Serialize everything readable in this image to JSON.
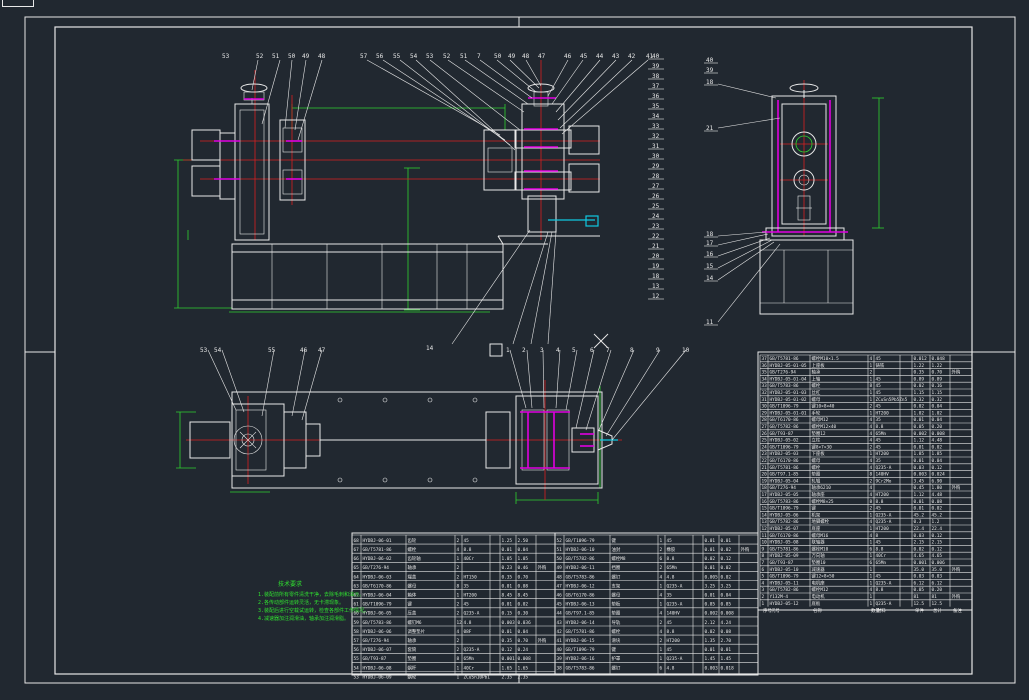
{
  "balloons_left_top": [
    "53",
    "52",
    "51",
    "50",
    "49",
    "48"
  ],
  "balloons_mid_top": [
    "57",
    "56",
    "55",
    "54",
    "53",
    "52",
    "51",
    "7",
    "50",
    "49",
    "48",
    "47",
    "46",
    "45",
    "44",
    "43",
    "42",
    "41"
  ],
  "balloons_right_side": [
    "40",
    "39",
    "38",
    "37",
    "36",
    "35",
    "34",
    "33",
    "32",
    "31",
    "30",
    "29",
    "28",
    "27",
    "26",
    "25",
    "24",
    "23",
    "22",
    "21",
    "20",
    "19",
    "18",
    "13",
    "12"
  ],
  "balloons_side_view_left": [
    "40",
    "39",
    "18",
    "21",
    "18",
    "17",
    "16",
    "15",
    "14",
    "11"
  ],
  "balloons_plan_top_left": [
    "53",
    "54",
    "55",
    "46",
    "47"
  ],
  "balloons_plan_top_right": [
    "1",
    "2",
    "3",
    "4",
    "5",
    "6",
    "7",
    "8",
    "9",
    "10"
  ],
  "center_marker": "14",
  "tech_req_title": "技术要求",
  "tech_req_lines": [
    "1.装配前所有零件清洗干净，去除毛刺和油污。",
    "2.各传动部件运转灵活，无卡滞现象。",
    "3.装配后进行空载试运转，检查各部件工作情况。",
    "4.减速器加注润滑油，轴承加注润滑脂。"
  ],
  "bom_right": {
    "rows": [
      [
        "37",
        "GB/T5781-86",
        "螺栓M10×1.5",
        "4",
        "45",
        "",
        "0.012",
        "0.048",
        ""
      ],
      [
        "36",
        "HYDBJ-05-01-05",
        "上座板",
        "1",
        "铸铁",
        "",
        "1.22",
        "1.22",
        ""
      ],
      [
        "35",
        "GB/T276-94",
        "轴承",
        "2",
        "",
        "",
        "0.35",
        "0.70",
        "外购"
      ],
      [
        "34",
        "HYDBJ-05-01-04",
        "上轴",
        "1",
        "45",
        "",
        "0.89",
        "0.89",
        ""
      ],
      [
        "33",
        "GB/T5783-86",
        "螺栓",
        "8",
        "45",
        "",
        "0.02",
        "0.16",
        ""
      ],
      [
        "32",
        "HYDBJ-05-01-03",
        "丝杠",
        "1",
        "45",
        "",
        "1.15",
        "1.15",
        ""
      ],
      [
        "31",
        "HYDBJ-05-01-02",
        "螺母",
        "1",
        "ZCuSn5Pb5Zn5",
        "",
        "0.32",
        "0.32",
        ""
      ],
      [
        "30",
        "GB/T1096-79",
        "键10×8×40",
        "2",
        "45",
        "",
        "0.02",
        "0.04",
        ""
      ],
      [
        "29",
        "HYDBJ-05-01-01",
        "手轮",
        "1",
        "HT200",
        "",
        "1.02",
        "1.02",
        ""
      ],
      [
        "28",
        "GB/T6170-86",
        "螺母M12",
        "4",
        "35",
        "",
        "0.01",
        "0.04",
        ""
      ],
      [
        "27",
        "GB/T5782-86",
        "螺栓M12×40",
        "4",
        "8.8",
        "",
        "0.05",
        "0.20",
        ""
      ],
      [
        "26",
        "GB/T93-87",
        "垫圈12",
        "4",
        "65Mn",
        "",
        "0.002",
        "0.008",
        ""
      ],
      [
        "25",
        "HYDBJ-05-02",
        "立柱",
        "4",
        "45",
        "",
        "1.12",
        "4.48",
        ""
      ],
      [
        "24",
        "GB/T1096-79",
        "键8×7×30",
        "2",
        "45",
        "",
        "0.01",
        "0.02",
        ""
      ],
      [
        "23",
        "HYDBJ-05-03",
        "下座板",
        "1",
        "HT200",
        "",
        "1.85",
        "1.85",
        ""
      ],
      [
        "22",
        "GB/T6170-86",
        "螺母",
        "4",
        "35",
        "",
        "0.01",
        "0.04",
        ""
      ],
      [
        "21",
        "GB/T5781-86",
        "螺栓",
        "4",
        "Q235-A",
        "",
        "0.03",
        "0.12",
        ""
      ],
      [
        "20",
        "GB/T97.1-85",
        "垫圈",
        "8",
        "140HV",
        "",
        "0.003",
        "0.024",
        ""
      ],
      [
        "19",
        "HYDBJ-05-04",
        "轧辊",
        "2",
        "9Cr2Mo",
        "",
        "3.45",
        "6.90",
        ""
      ],
      [
        "18",
        "GB/T276-94",
        "轴承6210",
        "4",
        "",
        "",
        "0.45",
        "1.80",
        "外购"
      ],
      [
        "17",
        "HYDBJ-05-05",
        "轴承座",
        "4",
        "HT200",
        "",
        "1.12",
        "4.48",
        ""
      ],
      [
        "16",
        "GB/T5783-86",
        "螺栓M8×25",
        "8",
        "8.8",
        "",
        "0.01",
        "0.08",
        ""
      ],
      [
        "15",
        "GB/T1096-79",
        "键",
        "2",
        "45",
        "",
        "0.01",
        "0.02",
        ""
      ],
      [
        "14",
        "HYDBJ-05-06",
        "机架",
        "1",
        "Q235-A",
        "",
        "45.2",
        "45.2",
        ""
      ],
      [
        "13",
        "GB/T5782-86",
        "地脚螺栓",
        "4",
        "Q235-A",
        "",
        "0.3",
        "1.2",
        ""
      ],
      [
        "12",
        "HYDBJ-05-07",
        "底座",
        "1",
        "HT200",
        "",
        "22.4",
        "22.4",
        ""
      ],
      [
        "11",
        "GB/T6170-86",
        "螺母M16",
        "4",
        "8",
        "",
        "0.03",
        "0.12",
        ""
      ],
      [
        "10",
        "HYDBJ-05-08",
        "联轴器",
        "1",
        "45",
        "",
        "2.15",
        "2.15",
        ""
      ],
      [
        "9",
        "GB/T5781-86",
        "螺栓M10",
        "6",
        "8.8",
        "",
        "0.02",
        "0.12",
        ""
      ],
      [
        "8",
        "HYDBJ-05-09",
        "万向轴",
        "1",
        "40Cr",
        "",
        "4.65",
        "4.65",
        ""
      ],
      [
        "7",
        "GB/T93-87",
        "垫圈10",
        "6",
        "65Mn",
        "",
        "0.001",
        "0.006",
        ""
      ],
      [
        "6",
        "HYDBJ-05-10",
        "减速器",
        "1",
        "",
        "",
        "35.0",
        "35.0",
        "外购"
      ],
      [
        "5",
        "GB/T1096-79",
        "键12×8×50",
        "1",
        "45",
        "",
        "0.03",
        "0.03",
        ""
      ],
      [
        "4",
        "HYDBJ-05-11",
        "电机座",
        "1",
        "Q235-A",
        "",
        "6.12",
        "6.12",
        ""
      ],
      [
        "3",
        "GB/T5782-86",
        "螺栓M12",
        "4",
        "8.8",
        "",
        "0.05",
        "0.20",
        ""
      ],
      [
        "2",
        "Y132M-4",
        "电动机",
        "1",
        "",
        "",
        "81",
        "81",
        "外购"
      ],
      [
        "1",
        "HYDBJ-05-12",
        "底板",
        "1",
        "Q235-A",
        "",
        "12.5",
        "12.5",
        ""
      ]
    ],
    "header": [
      "序号",
      "代号",
      "名称",
      "数量",
      "材料",
      "",
      "单件",
      "总计",
      "备注"
    ]
  },
  "bom_mid": {
    "rows": [
      [
        "68",
        "HYDBJ-06-01",
        "齿轮",
        "2",
        "45",
        "",
        "1.25",
        "2.50",
        ""
      ],
      [
        "67",
        "GB/T5781-86",
        "螺栓",
        "4",
        "8.8",
        "",
        "0.01",
        "0.04",
        ""
      ],
      [
        "66",
        "HYDBJ-06-02",
        "齿轮轴",
        "1",
        "40Cr",
        "",
        "1.05",
        "1.05",
        ""
      ],
      [
        "65",
        "GB/T276-94",
        "轴承",
        "2",
        "",
        "",
        "0.23",
        "0.46",
        "外购"
      ],
      [
        "64",
        "HYDBJ-06-03",
        "端盖",
        "2",
        "HT150",
        "",
        "0.35",
        "0.70",
        ""
      ],
      [
        "63",
        "GB/T6170-86",
        "螺母",
        "8",
        "35",
        "",
        "0.01",
        "0.08",
        ""
      ],
      [
        "62",
        "HYDBJ-06-04",
        "箱体",
        "1",
        "HT200",
        "",
        "8.45",
        "8.45",
        ""
      ],
      [
        "61",
        "GB/T1096-79",
        "键",
        "2",
        "45",
        "",
        "0.01",
        "0.02",
        ""
      ],
      [
        "60",
        "HYDBJ-06-05",
        "压盖",
        "2",
        "Q235-A",
        "",
        "0.15",
        "0.30",
        ""
      ],
      [
        "59",
        "GB/T5783-86",
        "螺钉M6",
        "12",
        "4.8",
        "",
        "0.003",
        "0.036",
        ""
      ],
      [
        "58",
        "HYDBJ-06-06",
        "调整垫片",
        "4",
        "08F",
        "",
        "0.01",
        "0.04",
        ""
      ],
      [
        "57",
        "GB/T276-94",
        "轴承",
        "2",
        "",
        "",
        "0.35",
        "0.70",
        "外购"
      ],
      [
        "56",
        "HYDBJ-06-07",
        "套筒",
        "2",
        "Q235-A",
        "",
        "0.12",
        "0.24",
        ""
      ],
      [
        "55",
        "GB/T93-87",
        "垫圈",
        "8",
        "65Mn",
        "",
        "0.001",
        "0.008",
        ""
      ],
      [
        "54",
        "HYDBJ-06-08",
        "蜗杆",
        "1",
        "40Cr",
        "",
        "1.65",
        "1.65",
        ""
      ],
      [
        "53",
        "HYDBJ-06-09",
        "蜗轮",
        "1",
        "ZCuSn10Pb1",
        "",
        "2.35",
        "2.35",
        ""
      ],
      [
        "52",
        "GB/T1096-79",
        "键",
        "1",
        "45",
        "",
        "0.01",
        "0.01",
        ""
      ],
      [
        "51",
        "HYDBJ-06-10",
        "油封",
        "2",
        "橡胶",
        "",
        "0.01",
        "0.02",
        "外购"
      ],
      [
        "50",
        "GB/T5782-86",
        "螺栓M8",
        "6",
        "8.8",
        "",
        "0.02",
        "0.12",
        ""
      ],
      [
        "49",
        "HYDBJ-06-11",
        "挡圈",
        "2",
        "65Mn",
        "",
        "0.01",
        "0.02",
        ""
      ],
      [
        "48",
        "GB/T5783-86",
        "螺钉",
        "4",
        "4.8",
        "",
        "0.005",
        "0.02",
        ""
      ],
      [
        "47",
        "HYDBJ-06-12",
        "支架",
        "1",
        "Q235-A",
        "",
        "3.25",
        "3.25",
        ""
      ],
      [
        "46",
        "GB/T6170-86",
        "螺母",
        "4",
        "35",
        "",
        "0.01",
        "0.04",
        ""
      ],
      [
        "45",
        "HYDBJ-06-13",
        "垫板",
        "1",
        "Q235-A",
        "",
        "0.85",
        "0.85",
        ""
      ],
      [
        "44",
        "GB/T97.1-85",
        "垫圈",
        "4",
        "140HV",
        "",
        "0.002",
        "0.008",
        ""
      ],
      [
        "43",
        "HYDBJ-06-14",
        "导轨",
        "2",
        "45",
        "",
        "2.12",
        "4.24",
        ""
      ],
      [
        "42",
        "GB/T5781-86",
        "螺栓",
        "4",
        "8.8",
        "",
        "0.02",
        "0.08",
        ""
      ],
      [
        "41",
        "HYDBJ-06-15",
        "滑块",
        "2",
        "HT200",
        "",
        "1.35",
        "2.70",
        ""
      ],
      [
        "40",
        "GB/T1096-79",
        "键",
        "1",
        "45",
        "",
        "0.01",
        "0.01",
        ""
      ],
      [
        "39",
        "HYDBJ-06-16",
        "护罩",
        "1",
        "Q235-A",
        "",
        "1.45",
        "1.45",
        ""
      ],
      [
        "38",
        "GB/T5783-86",
        "螺钉",
        "6",
        "4.8",
        "",
        "0.003",
        "0.018",
        ""
      ]
    ]
  }
}
